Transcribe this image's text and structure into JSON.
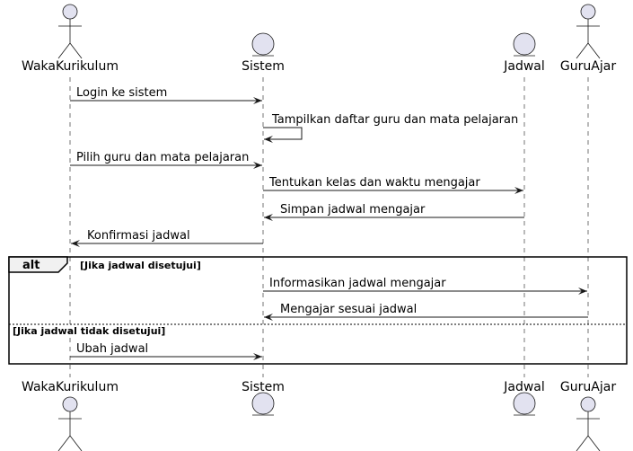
{
  "participants": [
    {
      "id": "waka",
      "label": "WakaKurikulum",
      "kind": "actor"
    },
    {
      "id": "sistem",
      "label": "Sistem",
      "kind": "entity"
    },
    {
      "id": "jadwal",
      "label": "Jadwal",
      "kind": "entity"
    },
    {
      "id": "guru",
      "label": "GuruAjar",
      "kind": "actor"
    }
  ],
  "messages": [
    {
      "from": "waka",
      "to": "sistem",
      "text": "Login ke sistem"
    },
    {
      "from": "sistem",
      "to": "sistem",
      "text": "Tampilkan daftar guru dan mata pelajaran"
    },
    {
      "from": "waka",
      "to": "sistem",
      "text": "Pilih guru dan mata pelajaran"
    },
    {
      "from": "sistem",
      "to": "jadwal",
      "text": "Tentukan kelas dan waktu mengajar"
    },
    {
      "from": "jadwal",
      "to": "sistem",
      "text": "Simpan jadwal mengajar"
    },
    {
      "from": "sistem",
      "to": "waka",
      "text": "Konfirmasi jadwal"
    },
    {
      "from": "sistem",
      "to": "guru",
      "text": "Informasikan jadwal mengajar"
    },
    {
      "from": "guru",
      "to": "sistem",
      "text": "Mengajar sesuai jadwal"
    },
    {
      "from": "waka",
      "to": "sistem",
      "text": "Ubah jadwal"
    }
  ],
  "alt_fragment": {
    "keyword": "alt",
    "guard_1": "[Jika jadwal disetujui]",
    "guard_2": "[Jika jadwal tidak disetujui]"
  }
}
